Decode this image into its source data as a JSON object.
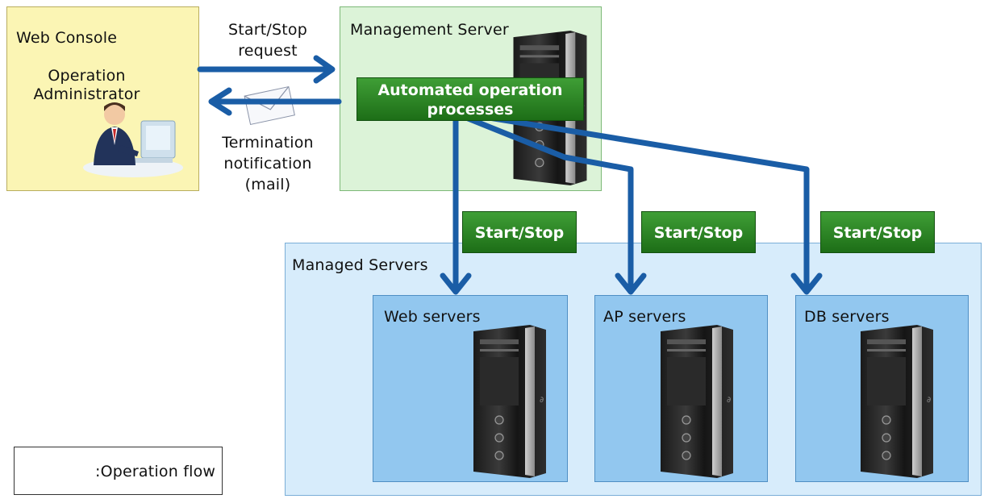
{
  "web_console": {
    "title": "Web Console",
    "role_line1": "Operation",
    "role_line2": "Administrator"
  },
  "management_server": {
    "title": "Management Server",
    "process_line1": "Automated operation",
    "process_line2": "processes"
  },
  "request_label": {
    "line1": "Start/Stop",
    "line2": "request"
  },
  "notification_label": {
    "line1": "Termination",
    "line2": "notification",
    "line3": "(mail)"
  },
  "managed_servers": {
    "title": "Managed Servers",
    "groups": [
      {
        "label": "Web servers",
        "action": "Start/Stop"
      },
      {
        "label": "AP servers",
        "action": "Start/Stop"
      },
      {
        "label": "DB servers",
        "action": "Start/Stop"
      }
    ]
  },
  "legend": {
    "label": ":Operation flow"
  },
  "colors": {
    "flow_arrow": "#1a5da6",
    "green_button": "#2a8a22"
  }
}
